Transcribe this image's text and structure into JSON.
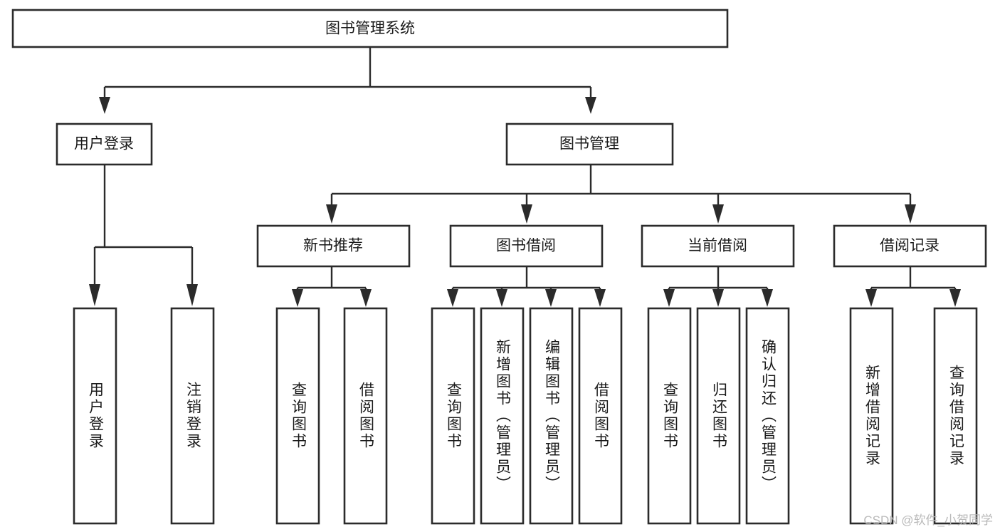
{
  "diagram": {
    "type": "tree",
    "title": "图书管理系统",
    "watermark": "CSDN @软件_小贺同学",
    "colors": {
      "background": "#ffffff",
      "box_stroke": "#2b2b2b",
      "box_fill": "#ffffff",
      "connector": "#2b2b2b",
      "text": "#1a1a1a",
      "watermark": "#b9b9b9"
    },
    "root": {
      "label": "图书管理系统",
      "orientation": "horizontal"
    },
    "level2": [
      {
        "label": "用户登录",
        "orientation": "horizontal"
      },
      {
        "label": "图书管理",
        "orientation": "horizontal"
      }
    ],
    "level3": [
      {
        "label": "新书推荐",
        "orientation": "horizontal"
      },
      {
        "label": "图书借阅",
        "orientation": "horizontal"
      },
      {
        "label": "当前借阅",
        "orientation": "horizontal"
      },
      {
        "label": "借阅记录",
        "orientation": "horizontal"
      }
    ],
    "leaves": {
      "user_login": [
        {
          "label": "用户登录",
          "orientation": "vertical"
        },
        {
          "label": "注销登录",
          "orientation": "vertical"
        }
      ],
      "new_book_recommend": [
        {
          "label": "查询图书",
          "orientation": "vertical"
        },
        {
          "label": "借阅图书",
          "orientation": "vertical"
        }
      ],
      "book_borrow": [
        {
          "label": "查询图书",
          "orientation": "vertical"
        },
        {
          "label": "新增图书（管理员）",
          "orientation": "vertical"
        },
        {
          "label": "编辑图书（管理员）",
          "orientation": "vertical"
        },
        {
          "label": "借阅图书",
          "orientation": "vertical"
        }
      ],
      "current_borrow": [
        {
          "label": "查询图书",
          "orientation": "vertical"
        },
        {
          "label": "归还图书",
          "orientation": "vertical"
        },
        {
          "label": "确认归还（管理员）",
          "orientation": "vertical"
        }
      ],
      "borrow_record": [
        {
          "label": "新增借阅记录",
          "orientation": "vertical"
        },
        {
          "label": "查询借阅记录",
          "orientation": "vertical"
        }
      ]
    }
  }
}
